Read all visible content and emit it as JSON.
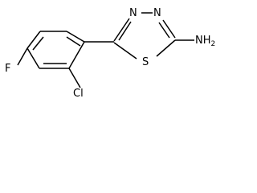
{
  "molecule": {
    "atoms": {
      "n3": "N",
      "n4": "N",
      "s1": "S",
      "nh2": "NH",
      "nh2_sub": "2",
      "cl": "Cl",
      "f": "F"
    }
  }
}
